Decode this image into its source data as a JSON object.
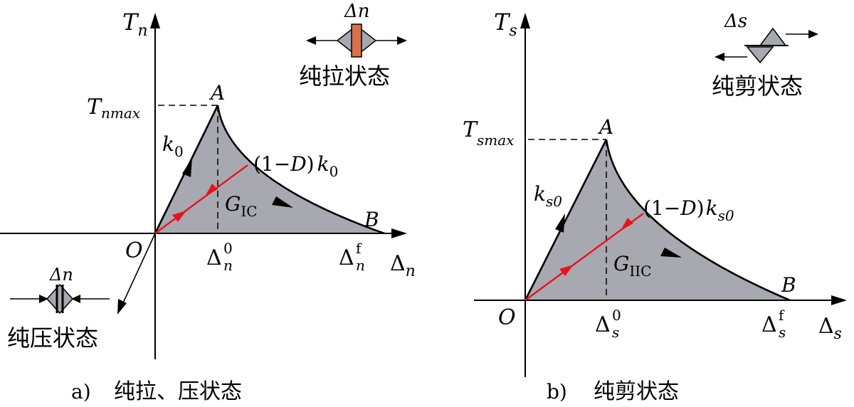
{
  "panel_a": {
    "y_axis": "T",
    "y_axis_sub": "n",
    "x_axis": "Δ",
    "x_axis_sub": "n",
    "peak_label_T": "T",
    "peak_label_sub": "nmax",
    "point_A": "A",
    "point_B": "B",
    "origin": "O",
    "k0_k": "k",
    "k0_sub": "0",
    "unload_text_paren": "(1−",
    "unload_text_D": "D",
    "unload_text_close": ")",
    "unload_text_k": "k",
    "unload_text_sub": "0",
    "energy_G": "G",
    "energy_sub": "IC",
    "delta0_main": "Δ",
    "delta0_sub": "n",
    "delta0_sup": "0",
    "deltaf_main": "Δ",
    "deltaf_sub": "n",
    "deltaf_sup": "f",
    "tension_icon_label": "Δn",
    "tension_state_label": "纯拉状态",
    "compress_icon_label": "Δn",
    "compress_state_label": "纯压状态",
    "caption_prefix": "a)",
    "caption_text": "纯拉、压状态"
  },
  "panel_b": {
    "y_axis": "T",
    "y_axis_sub": "s",
    "x_axis": "Δ",
    "x_axis_sub": "s",
    "peak_label_T": "T",
    "peak_label_sub": "smax",
    "point_A": "A",
    "point_B": "B",
    "origin": "O",
    "k0_k": "k",
    "k0_sub": "s0",
    "unload_text_paren": "(1−",
    "unload_text_D": "D",
    "unload_text_close": ")",
    "unload_text_k": "k",
    "unload_text_sub": "s0",
    "energy_G": "G",
    "energy_sub": "IIC",
    "delta0_main": "Δ",
    "delta0_sub": "s",
    "delta0_sup": "0",
    "deltaf_main": "Δ",
    "deltaf_sub": "s",
    "deltaf_sup": "f",
    "shear_icon_label": "Δs",
    "shear_state_label": "纯剪状态",
    "caption_prefix": "b)",
    "caption_text": "纯剪状态"
  },
  "colors": {
    "fill_gray": "#a8a8b0",
    "line_black": "#000000",
    "line_red": "#e8141b",
    "icon_orange": "#d9714a"
  }
}
